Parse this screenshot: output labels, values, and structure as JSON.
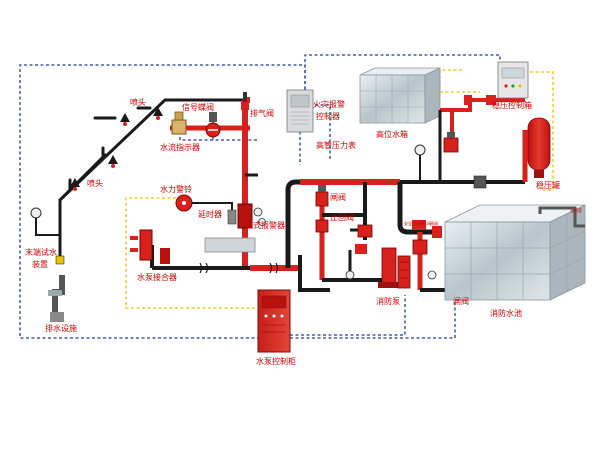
{
  "labels": {
    "sprinkler_head_top": "喷头",
    "sprinkler_head_bottom": "喷头",
    "signal_butterfly_valve": "信号蝶阀",
    "water_flow_indicator": "水流指示器",
    "exhaust_valve": "排气阀",
    "fire_alarm_controller_line1": "火灾报警",
    "fire_alarm_controller_line2": "控制器",
    "high_tank": "高位水箱",
    "high_pipe_pressure_gauge": "高管压力表",
    "pressure_control_box": "稳压控制箱",
    "pressure_tank": "稳压罐",
    "water_bell": "水力警铃",
    "delayer": "延时器",
    "wet_alarm_valve": "湿式报警器",
    "gate_valve_upper": "闸阀",
    "check_valve": "止回阀",
    "end_test_line1": "末端试水",
    "end_test_line2": "装置",
    "pump_adapter": "水泵接合器",
    "drain": "排水设施",
    "fire_pump": "消防泵",
    "gate_valve_lower": "闸阀",
    "fire_pool": "消防水池",
    "pump_control_cabinet": "水泵控制柜",
    "small_relief": "安全泄压阀",
    "small_test": "试水阀",
    "small_gate": "闸阀",
    "small_overflow": "溢流管"
  },
  "colors": {
    "pipe_red": "#d8201c",
    "pipe_black": "#1a1a1a",
    "dash_blue": "#1f3c9e",
    "dash_yellow": "#e8c300",
    "label_red": "#d20000",
    "tank_steel": "#c9d3d8"
  }
}
